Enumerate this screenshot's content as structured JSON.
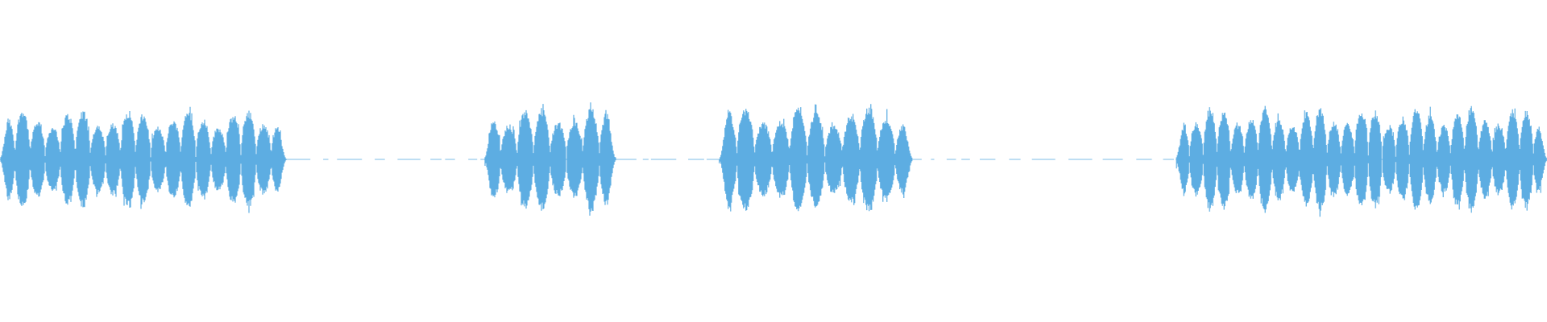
{
  "waveform": {
    "color": "#5dade2",
    "baseline_color": "#5dade2",
    "segments": [
      {
        "kind": "burst",
        "start": 0.0,
        "end": 0.185,
        "peaks": 19,
        "amplitude": 0.8
      },
      {
        "kind": "silence",
        "start": 0.185,
        "end": 0.313
      },
      {
        "kind": "burst",
        "start": 0.313,
        "end": 0.398,
        "peaks": 8,
        "amplitude": 0.85
      },
      {
        "kind": "silence",
        "start": 0.398,
        "end": 0.465
      },
      {
        "kind": "burst",
        "start": 0.465,
        "end": 0.59,
        "peaks": 11,
        "amplitude": 0.85
      },
      {
        "kind": "silence",
        "start": 0.59,
        "end": 0.76
      },
      {
        "kind": "burst",
        "start": 0.76,
        "end": 1.0,
        "peaks": 27,
        "amplitude": 0.84
      }
    ]
  }
}
